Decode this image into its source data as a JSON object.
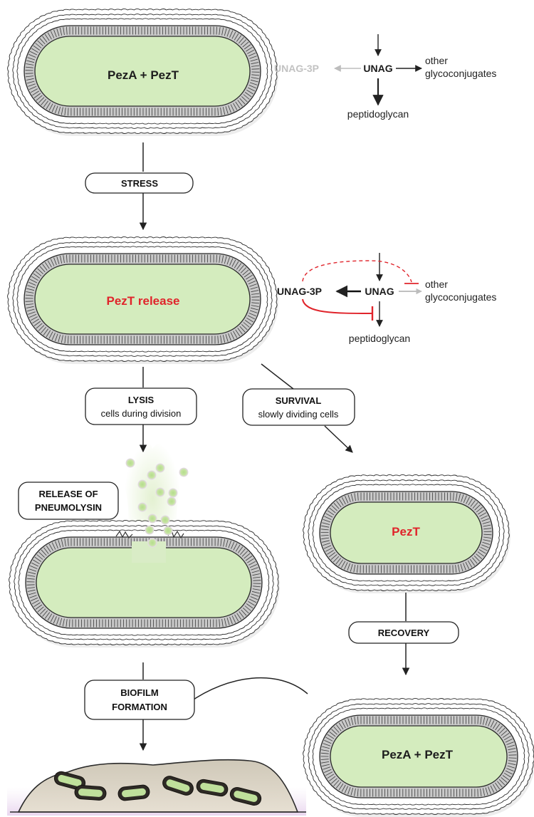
{
  "cells": {
    "top": {
      "label": "PezA + PezT"
    },
    "stressed": {
      "label": "PezT release"
    },
    "lysing": {
      "label": ""
    },
    "surviving": {
      "label": "PezT"
    },
    "recovered": {
      "label": "PezA + PezT"
    }
  },
  "pathways": {
    "normal": {
      "unag3p": "UNAG-3P",
      "unag": "UNAG",
      "other_line1": "other",
      "other_line2": "glycoconjugates",
      "peptidoglycan": "peptidoglycan"
    },
    "released": {
      "unag3p": "UNAG-3P",
      "unag": "UNAG",
      "other_line1": "other",
      "other_line2": "glycoconjugates",
      "peptidoglycan": "peptidoglycan"
    }
  },
  "steps": {
    "stress": {
      "title": "STRESS"
    },
    "lysis": {
      "title": "LYSIS",
      "subtitle": "cells during division"
    },
    "survival": {
      "title": "SURVIVAL",
      "subtitle": "slowly dividing cells"
    },
    "pneumolysin": {
      "line1": "RELEASE OF",
      "line2": "PNEUMOLYSIN"
    },
    "recovery": {
      "title": "RECOVERY"
    },
    "biofilm": {
      "line1": "BIOFILM",
      "line2": "FORMATION"
    }
  },
  "colors": {
    "cytoplasm": "#d4ecbe",
    "membrane_band": "#c9c9c9",
    "outline": "#2a2a2a",
    "emphasis_red": "#e0242b",
    "faded_gray": "#c2c2c2",
    "biofilm_mound": "#cbc4b4",
    "pneumolysin_glow": "#dcecc4"
  }
}
